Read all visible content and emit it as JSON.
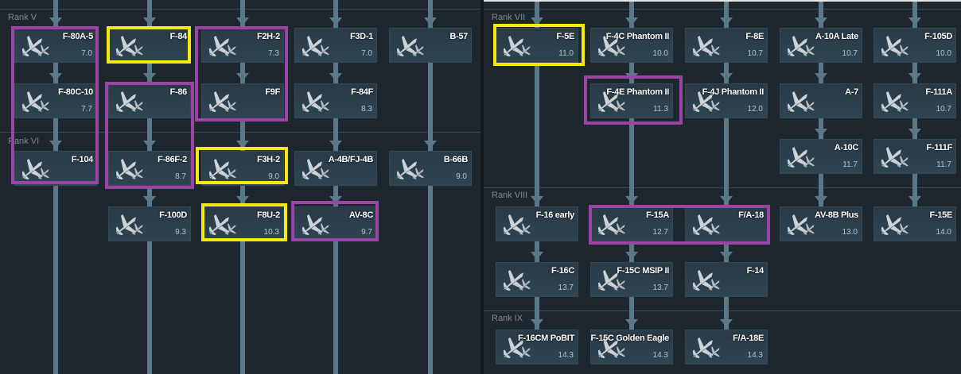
{
  "colors": {
    "highlight_purple": "#9c44a6",
    "highlight_yellow": "#f5e915",
    "line": "#5a7888"
  },
  "left": {
    "ranks": [
      "Rank V",
      "Rank VI"
    ],
    "vehicles": [
      {
        "name": "F-80A-5",
        "br": "7.0"
      },
      {
        "name": "F-80C-10",
        "br": "7.7"
      },
      {
        "name": "F-104",
        "br": ""
      },
      {
        "name": "F-84",
        "br": ""
      },
      {
        "name": "F-86",
        "br": ""
      },
      {
        "name": "F-86F-2",
        "br": "8.7"
      },
      {
        "name": "F-100D",
        "br": "9.3"
      },
      {
        "name": "F2H-2",
        "br": "7.3"
      },
      {
        "name": "F9F",
        "br": ""
      },
      {
        "name": "F3H-2",
        "br": "9.0"
      },
      {
        "name": "F8U-2",
        "br": "10.3"
      },
      {
        "name": "F3D-1",
        "br": "7.0"
      },
      {
        "name": "F-84F",
        "br": "8.3"
      },
      {
        "name": "A-4B/FJ-4B",
        "br": ""
      },
      {
        "name": "AV-8C",
        "br": "9.7"
      },
      {
        "name": "B-57",
        "br": ""
      },
      {
        "name": "B-66B",
        "br": "9.0"
      }
    ]
  },
  "right": {
    "ranks": [
      "Rank VII",
      "Rank VIII",
      "Rank IX"
    ],
    "vehicles": [
      {
        "name": "F-5E",
        "br": "11.0"
      },
      {
        "name": "F-16 early",
        "br": ""
      },
      {
        "name": "F-16C",
        "br": "13.7"
      },
      {
        "name": "F-16CM PoBIT",
        "br": "14.3"
      },
      {
        "name": "F-4C Phantom II",
        "br": "10.0"
      },
      {
        "name": "F-4E Phantom II",
        "br": "11.3"
      },
      {
        "name": "F-15A",
        "br": "12.7"
      },
      {
        "name": "F-15C MSIP II",
        "br": "13.7"
      },
      {
        "name": "F-15C Golden Eagle",
        "br": "14.3"
      },
      {
        "name": "F-8E",
        "br": "10.7"
      },
      {
        "name": "F-4J Phantom II",
        "br": "12.0"
      },
      {
        "name": "F/A-18",
        "br": ""
      },
      {
        "name": "F-14",
        "br": ""
      },
      {
        "name": "F/A-18E",
        "br": "14.3"
      },
      {
        "name": "A-10A Late",
        "br": "10.7"
      },
      {
        "name": "A-7",
        "br": ""
      },
      {
        "name": "A-10C",
        "br": "11.7"
      },
      {
        "name": "AV-8B Plus",
        "br": "13.0"
      },
      {
        "name": "F-105D",
        "br": "10.0"
      },
      {
        "name": "F-111A",
        "br": "10.7"
      },
      {
        "name": "F-111F",
        "br": "11.7"
      },
      {
        "name": "F-15E",
        "br": "14.0"
      }
    ]
  }
}
